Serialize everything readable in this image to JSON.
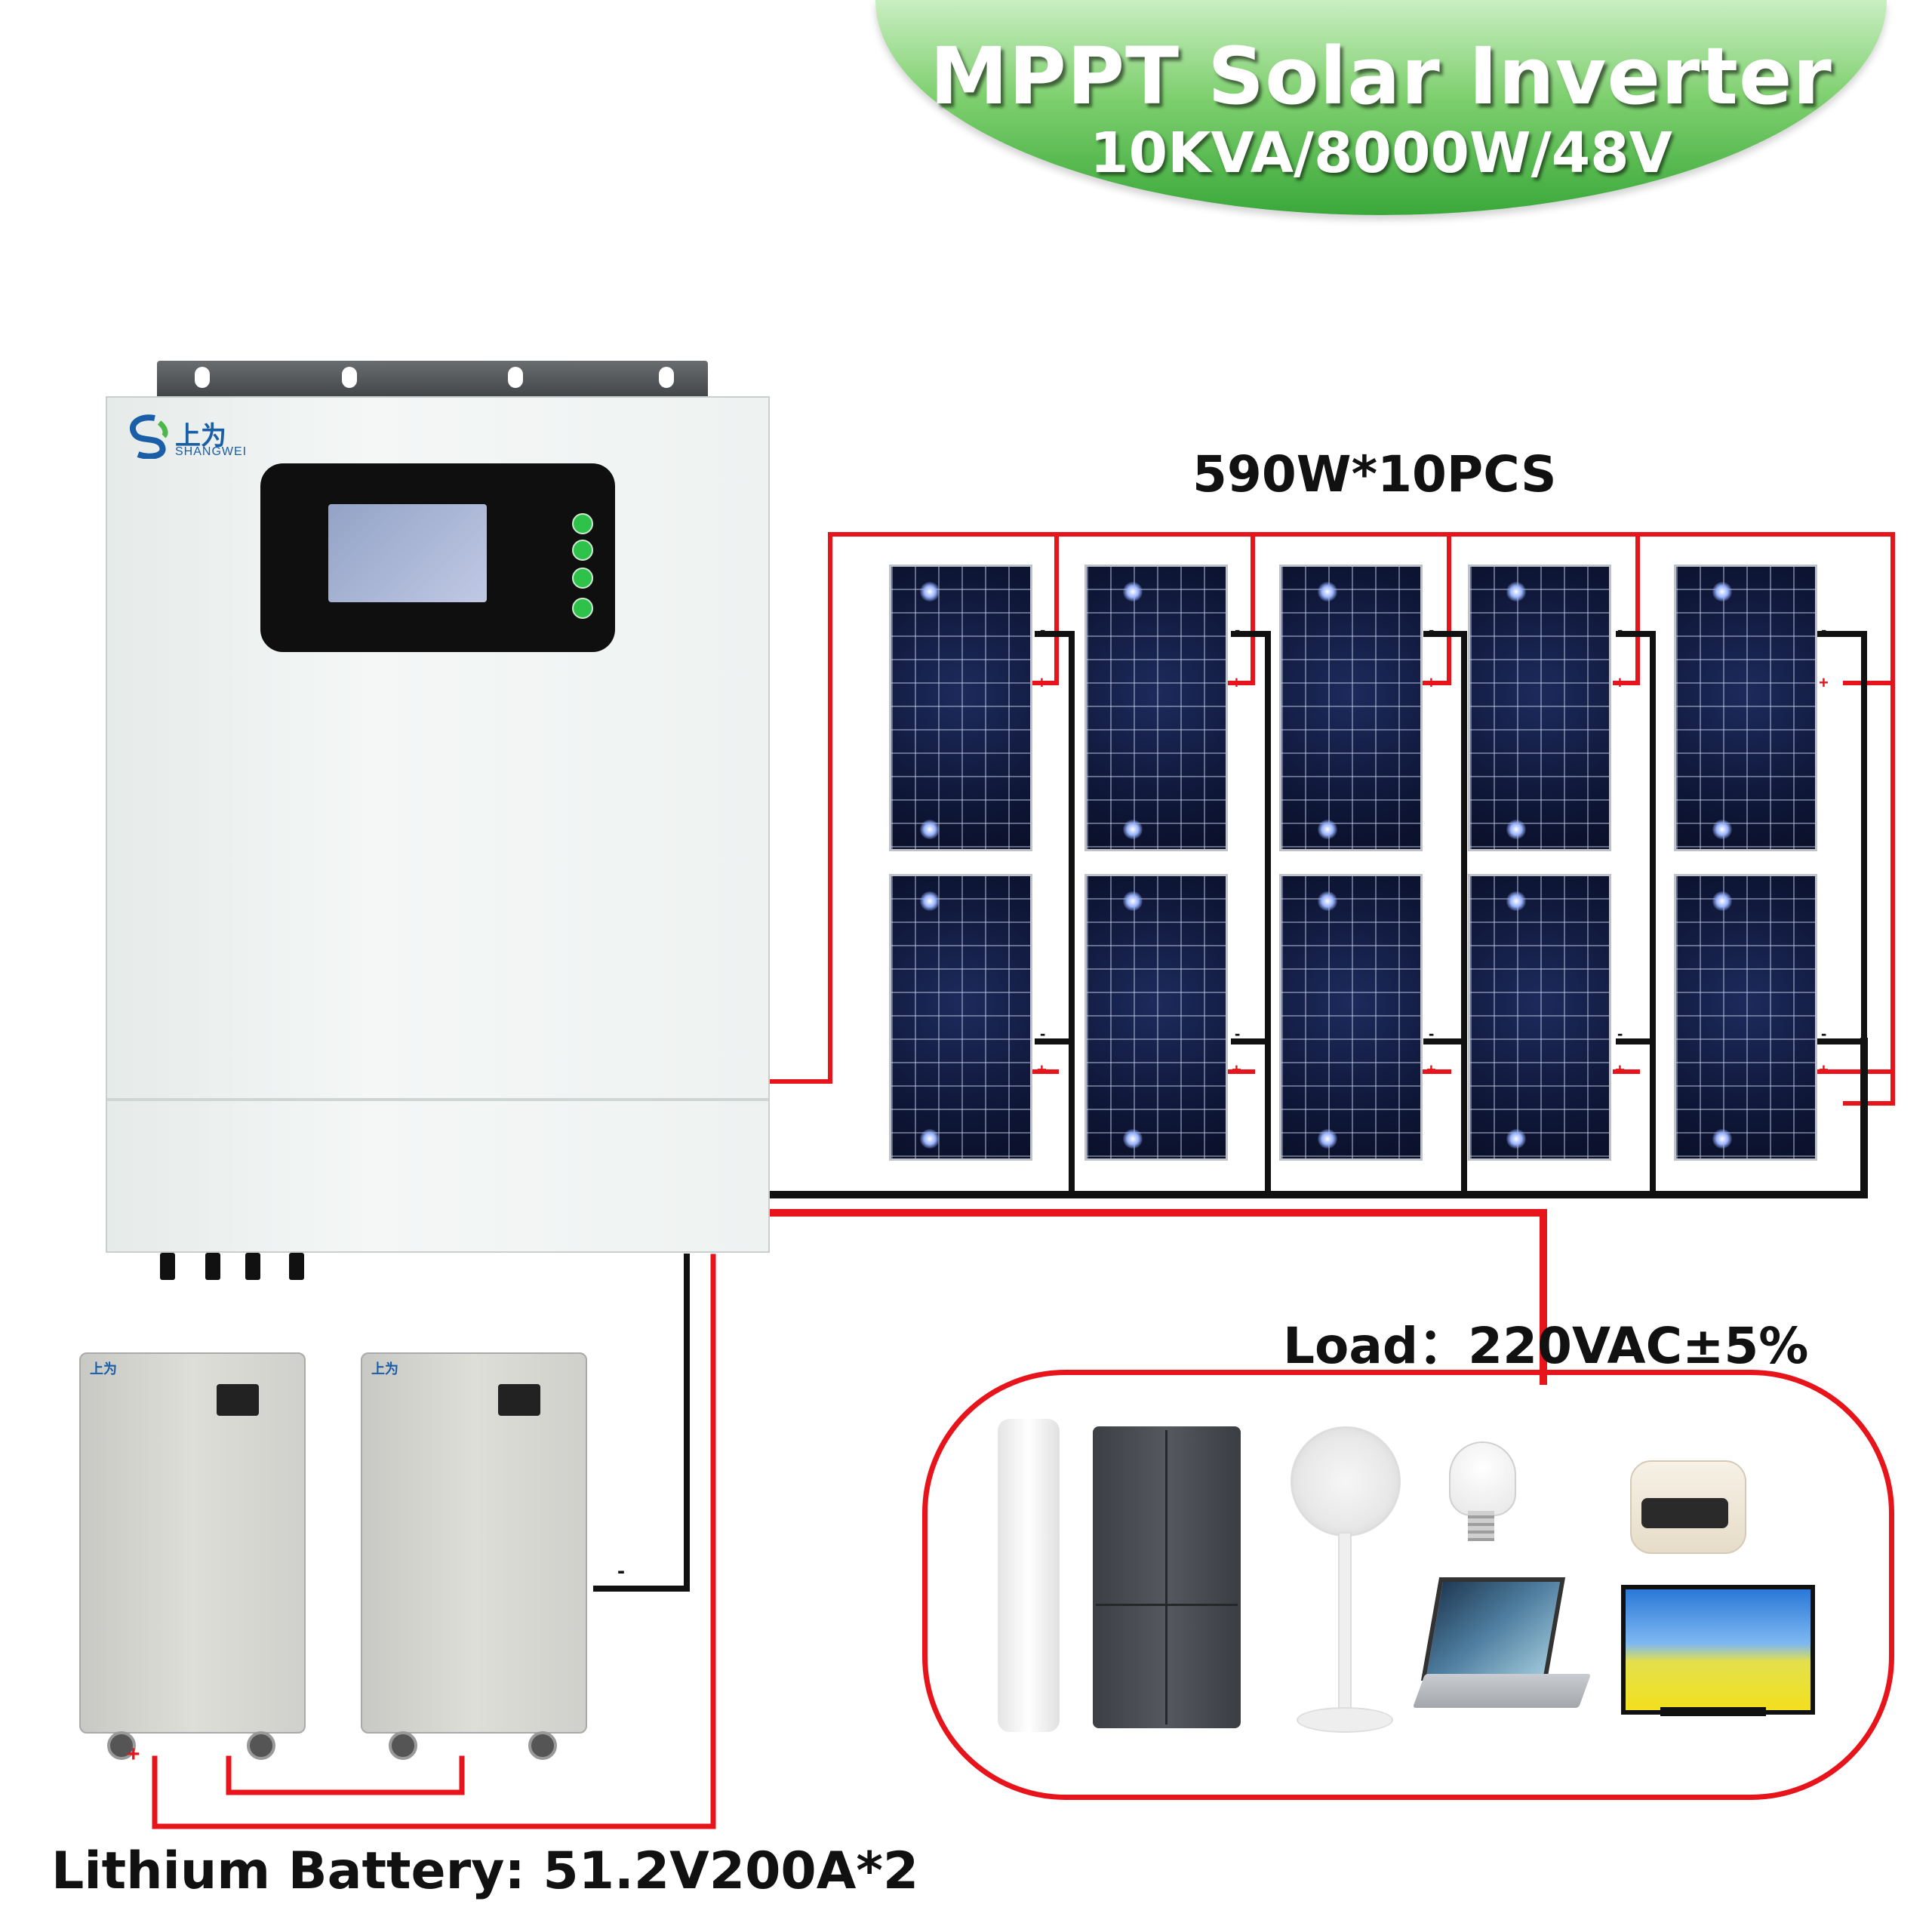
{
  "banner": {
    "title": "MPPT Solar Inverter",
    "subtitle": "10KVA/8000W/48V"
  },
  "inverter": {
    "brand_cn": "上为",
    "brand_en": "SHANGWEI"
  },
  "panels": {
    "label": "590W*10PCS",
    "count": 10,
    "minus_sign": "-",
    "plus_sign": "+"
  },
  "load": {
    "label": "Load：220VAC±5%"
  },
  "battery": {
    "label": "Lithium Battery: 51.2V200A*2",
    "count": 2,
    "brand_cn": "上为",
    "minus_sign": "-",
    "plus_sign": "+"
  },
  "colors": {
    "wire_positive": "#e8141b",
    "wire_negative": "#111111",
    "banner_green": "#3aa83a"
  },
  "icons": {
    "logo": "shangwei-logo-icon",
    "inverter": "inverter-icon",
    "solar_panel": "solar-panel-icon",
    "battery": "battery-icon",
    "air_conditioner": "air-conditioner-icon",
    "refrigerator": "refrigerator-icon",
    "fan": "fan-icon",
    "bulb": "light-bulb-icon",
    "rice_cooker": "rice-cooker-icon",
    "laptop": "laptop-icon",
    "tv": "tv-icon"
  }
}
